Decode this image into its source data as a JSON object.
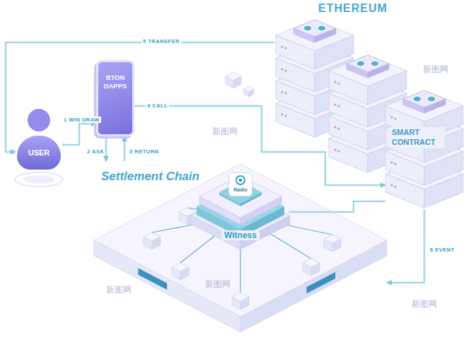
{
  "diagram": {
    "nodes": [
      {
        "text": [
          "USER"
        ]
      },
      {
        "text": [
          "BTON DAPPS"
        ]
      },
      {
        "text": [
          "ETHEREUM"
        ]
      },
      {
        "text": [
          "SMART CONTRACT"
        ],
        "in": 2
      },
      {
        "text": [
          "Settlement Chain"
        ]
      },
      {
        "text": [
          "Witness"
        ],
        "in": 4
      },
      {
        "text": [
          "Radio"
        ],
        "in": 5
      }
    ],
    "edges": [
      {
        "from": 0,
        "to": 1,
        "label": "1 WIN DRAW",
        "arrow": "to"
      },
      {
        "from": 1,
        "to": 4,
        "label": "2 ASK",
        "arrow": "to"
      },
      {
        "from": 4,
        "to": 1,
        "label": "3 RETURN",
        "arrow": "to"
      },
      {
        "from": 1,
        "to": 3,
        "label": "4 CALL",
        "arrow": "to"
      },
      {
        "from": 2,
        "to": 0,
        "label": "5 TRANSFER",
        "arrow": "to"
      },
      {
        "from": 3,
        "to": 4,
        "label": "6 EVENT",
        "arrow": "to"
      },
      {
        "from": 5,
        "to": 3,
        "arrow": "none"
      }
    ],
    "labels": [
      "新图网",
      "新图网",
      "新图网",
      "新图网",
      "新图网"
    ]
  }
}
